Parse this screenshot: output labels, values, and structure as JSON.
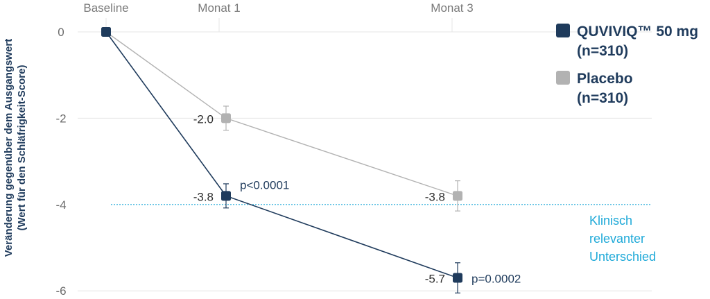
{
  "chart_data": {
    "type": "line",
    "categories": [
      "Baseline",
      "Monat 1",
      "Monat 3"
    ],
    "ylabel_lines": [
      "Veränderung gegenüber dem Ausgangswert",
      "(Wert für den Schläfrigkeit-Score)"
    ],
    "y_ticks": [
      "0",
      "-2",
      "-4",
      "-6"
    ],
    "ylim": [
      -6,
      0
    ],
    "grid": "horizontal",
    "legend_position": "top-right",
    "series": [
      {
        "name_lines": [
          "QUVIVIQ™ 50 mg",
          "(n=310)"
        ],
        "color": "#1f3b5c",
        "values": [
          0,
          -3.8,
          -5.7
        ],
        "error": [
          0,
          0.28,
          0.35
        ],
        "value_labels": [
          "",
          "-3.8",
          "-5.7"
        ],
        "p_values": [
          "",
          "p<0.0001",
          "p=0.0002"
        ]
      },
      {
        "name_lines": [
          "Placebo",
          "(n=310)"
        ],
        "color": "#b2b2b2",
        "values": [
          0,
          -2.0,
          -3.8
        ],
        "error": [
          0,
          0.28,
          0.35
        ],
        "value_labels": [
          "",
          "-2.0",
          "-3.8"
        ]
      }
    ],
    "reference_line": {
      "value": -4,
      "color": "#1ea9d8",
      "label_lines": [
        "Klinisch",
        "relevanter",
        "Unterschied"
      ]
    }
  }
}
